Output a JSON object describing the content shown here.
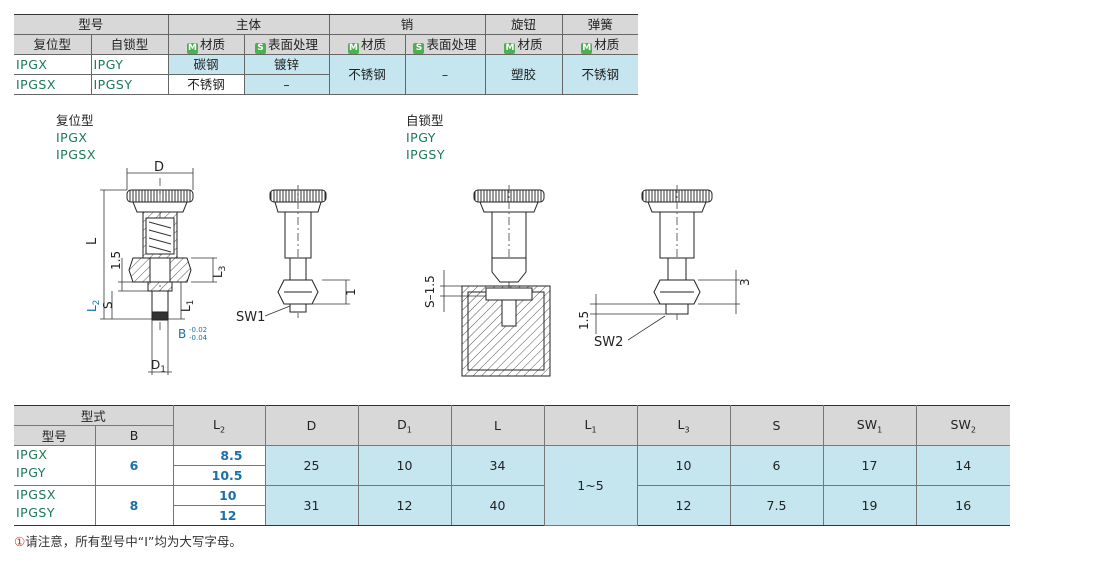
{
  "top_table": {
    "h_model": "型号",
    "h_body": "主体",
    "h_pin": "销",
    "h_knob": "旋钮",
    "h_spring": "弹簧",
    "h_reset": "复位型",
    "h_lock": "自锁型",
    "badge_m": "M",
    "badge_s": "S",
    "material": "材质",
    "surface": "表面处理",
    "rows": [
      {
        "reset": "IPGX",
        "lock": "IPGY",
        "body_mat": "碳钢",
        "body_surf": "镀锌"
      },
      {
        "reset": "IPGSX",
        "lock": "IPGSY",
        "body_mat": "不锈钢",
        "body_surf": "–"
      }
    ],
    "pin_mat": "不锈钢",
    "pin_surf": "–",
    "knob_mat": "塑胶",
    "spring_mat": "不锈钢"
  },
  "captions": {
    "left_title": "复位型",
    "left_codes": [
      "IPGX",
      "IPGSX"
    ],
    "right_title": "自锁型",
    "right_codes": [
      "IPGY",
      "IPGSY"
    ]
  },
  "drawing": {
    "D": "D",
    "L": "L",
    "dim_15": "1.5",
    "L3": "L",
    "L3_sub": "3",
    "L2": "L",
    "L2_sub": "2",
    "S": "S",
    "L1": "L",
    "L1_sub": "1",
    "one": "1",
    "B": "B",
    "B_tol_up": "-0.02",
    "B_tol_dn": "-0.04",
    "D1": "D",
    "D1_sub": "1",
    "SW1": "SW1",
    "S15": "S–1.5",
    "three": "3",
    "r15": "1.5",
    "SW2": "SW2"
  },
  "bottom_table": {
    "h_form": "型式",
    "h_model": "型号",
    "h_B": "B",
    "h_L2": "L",
    "h_L2_sub": "2",
    "h_D": "D",
    "h_D1": "D",
    "h_D1_sub": "1",
    "h_L": "L",
    "h_L1": "L",
    "h_L1_sub": "1",
    "h_L3": "L",
    "h_L3_sub": "3",
    "h_S": "S",
    "h_SW1": "SW",
    "h_SW1_sub": "1",
    "h_SW2": "SW",
    "h_SW2_sub": "2",
    "groups": [
      {
        "models": [
          "IPGX",
          "IPGY"
        ],
        "B": "6",
        "L2": [
          "8.5",
          "10.5"
        ],
        "D": "25",
        "D1": "10",
        "L": "34",
        "L3": "10",
        "S": "6",
        "SW1": "17",
        "SW2": "14"
      },
      {
        "models": [
          "IPGSX",
          "IPGSY"
        ],
        "B": "8",
        "L2": [
          "10",
          "12"
        ],
        "D": "31",
        "D1": "12",
        "L": "40",
        "L3": "12",
        "S": "7.5",
        "SW1": "19",
        "SW2": "16"
      }
    ],
    "L1": "1~5"
  },
  "note": {
    "icon": "①",
    "text": "请注意，所有型号中“I”均为大写字母。"
  }
}
